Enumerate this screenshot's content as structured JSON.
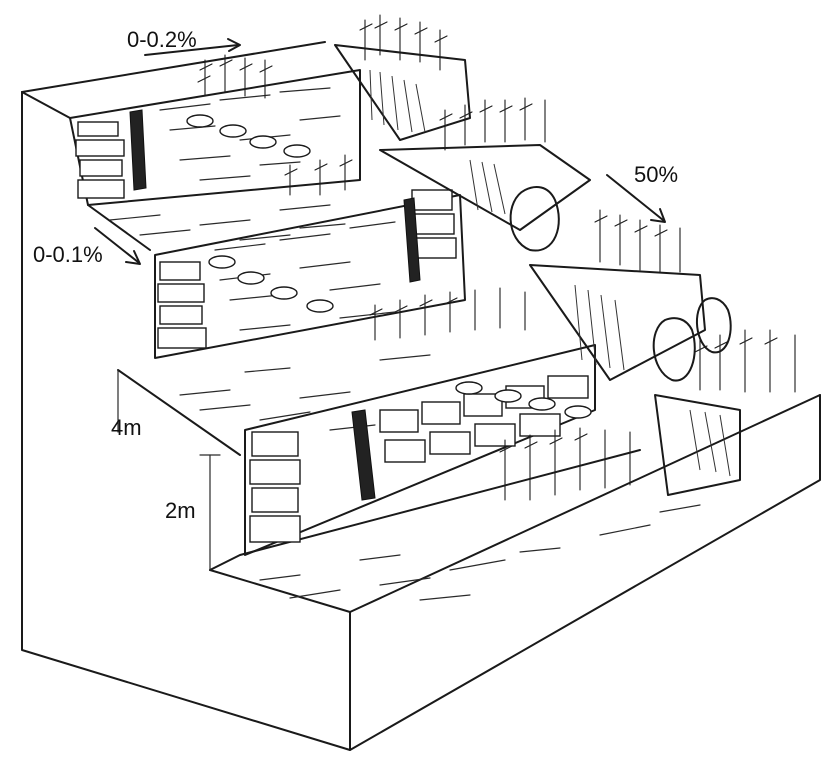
{
  "labels": {
    "slope_top": "0-0.2%",
    "slope_mid": "0-0.1%",
    "slope_hill": "50%",
    "height_upper": "4m",
    "height_lower": "2m"
  }
}
